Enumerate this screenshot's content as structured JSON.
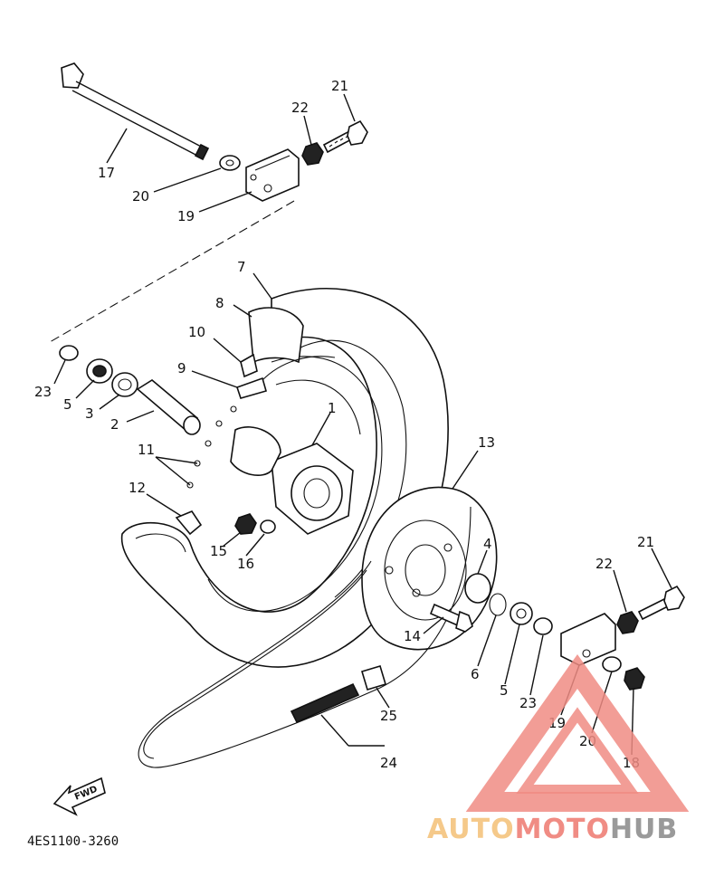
{
  "diagram": {
    "code": "4ES1100-3260",
    "direction_label": "FWD",
    "labels": [
      {
        "id": "l17",
        "text": "17"
      },
      {
        "id": "l20a",
        "text": "20"
      },
      {
        "id": "l19a",
        "text": "19"
      },
      {
        "id": "l22a",
        "text": "22"
      },
      {
        "id": "l21a",
        "text": "21"
      },
      {
        "id": "l7",
        "text": "7"
      },
      {
        "id": "l8",
        "text": "8"
      },
      {
        "id": "l10",
        "text": "10"
      },
      {
        "id": "l9",
        "text": "9"
      },
      {
        "id": "l23a",
        "text": "23"
      },
      {
        "id": "l5a",
        "text": "5"
      },
      {
        "id": "l3",
        "text": "3"
      },
      {
        "id": "l2",
        "text": "2"
      },
      {
        "id": "l1",
        "text": "1"
      },
      {
        "id": "l11",
        "text": "11"
      },
      {
        "id": "l12",
        "text": "12"
      },
      {
        "id": "l13",
        "text": "13"
      },
      {
        "id": "l15",
        "text": "15"
      },
      {
        "id": "l16",
        "text": "16"
      },
      {
        "id": "l4",
        "text": "4"
      },
      {
        "id": "l14",
        "text": "14"
      },
      {
        "id": "l6",
        "text": "6"
      },
      {
        "id": "l5b",
        "text": "5"
      },
      {
        "id": "l23b",
        "text": "23"
      },
      {
        "id": "l19b",
        "text": "19"
      },
      {
        "id": "l20b",
        "text": "20"
      },
      {
        "id": "l18",
        "text": "18"
      },
      {
        "id": "l21b",
        "text": "21"
      },
      {
        "id": "l22b",
        "text": "22"
      },
      {
        "id": "l25",
        "text": "25"
      },
      {
        "id": "l24",
        "text": "24"
      }
    ]
  },
  "watermark": {
    "part1": "AUTO",
    "part2": "MOTO",
    "part3": "HUB",
    "color_auto": "#f5c98a",
    "color_moto": "#f08c84",
    "color_hub": "#9a9a9a",
    "triangle_color": "#f08c84"
  }
}
